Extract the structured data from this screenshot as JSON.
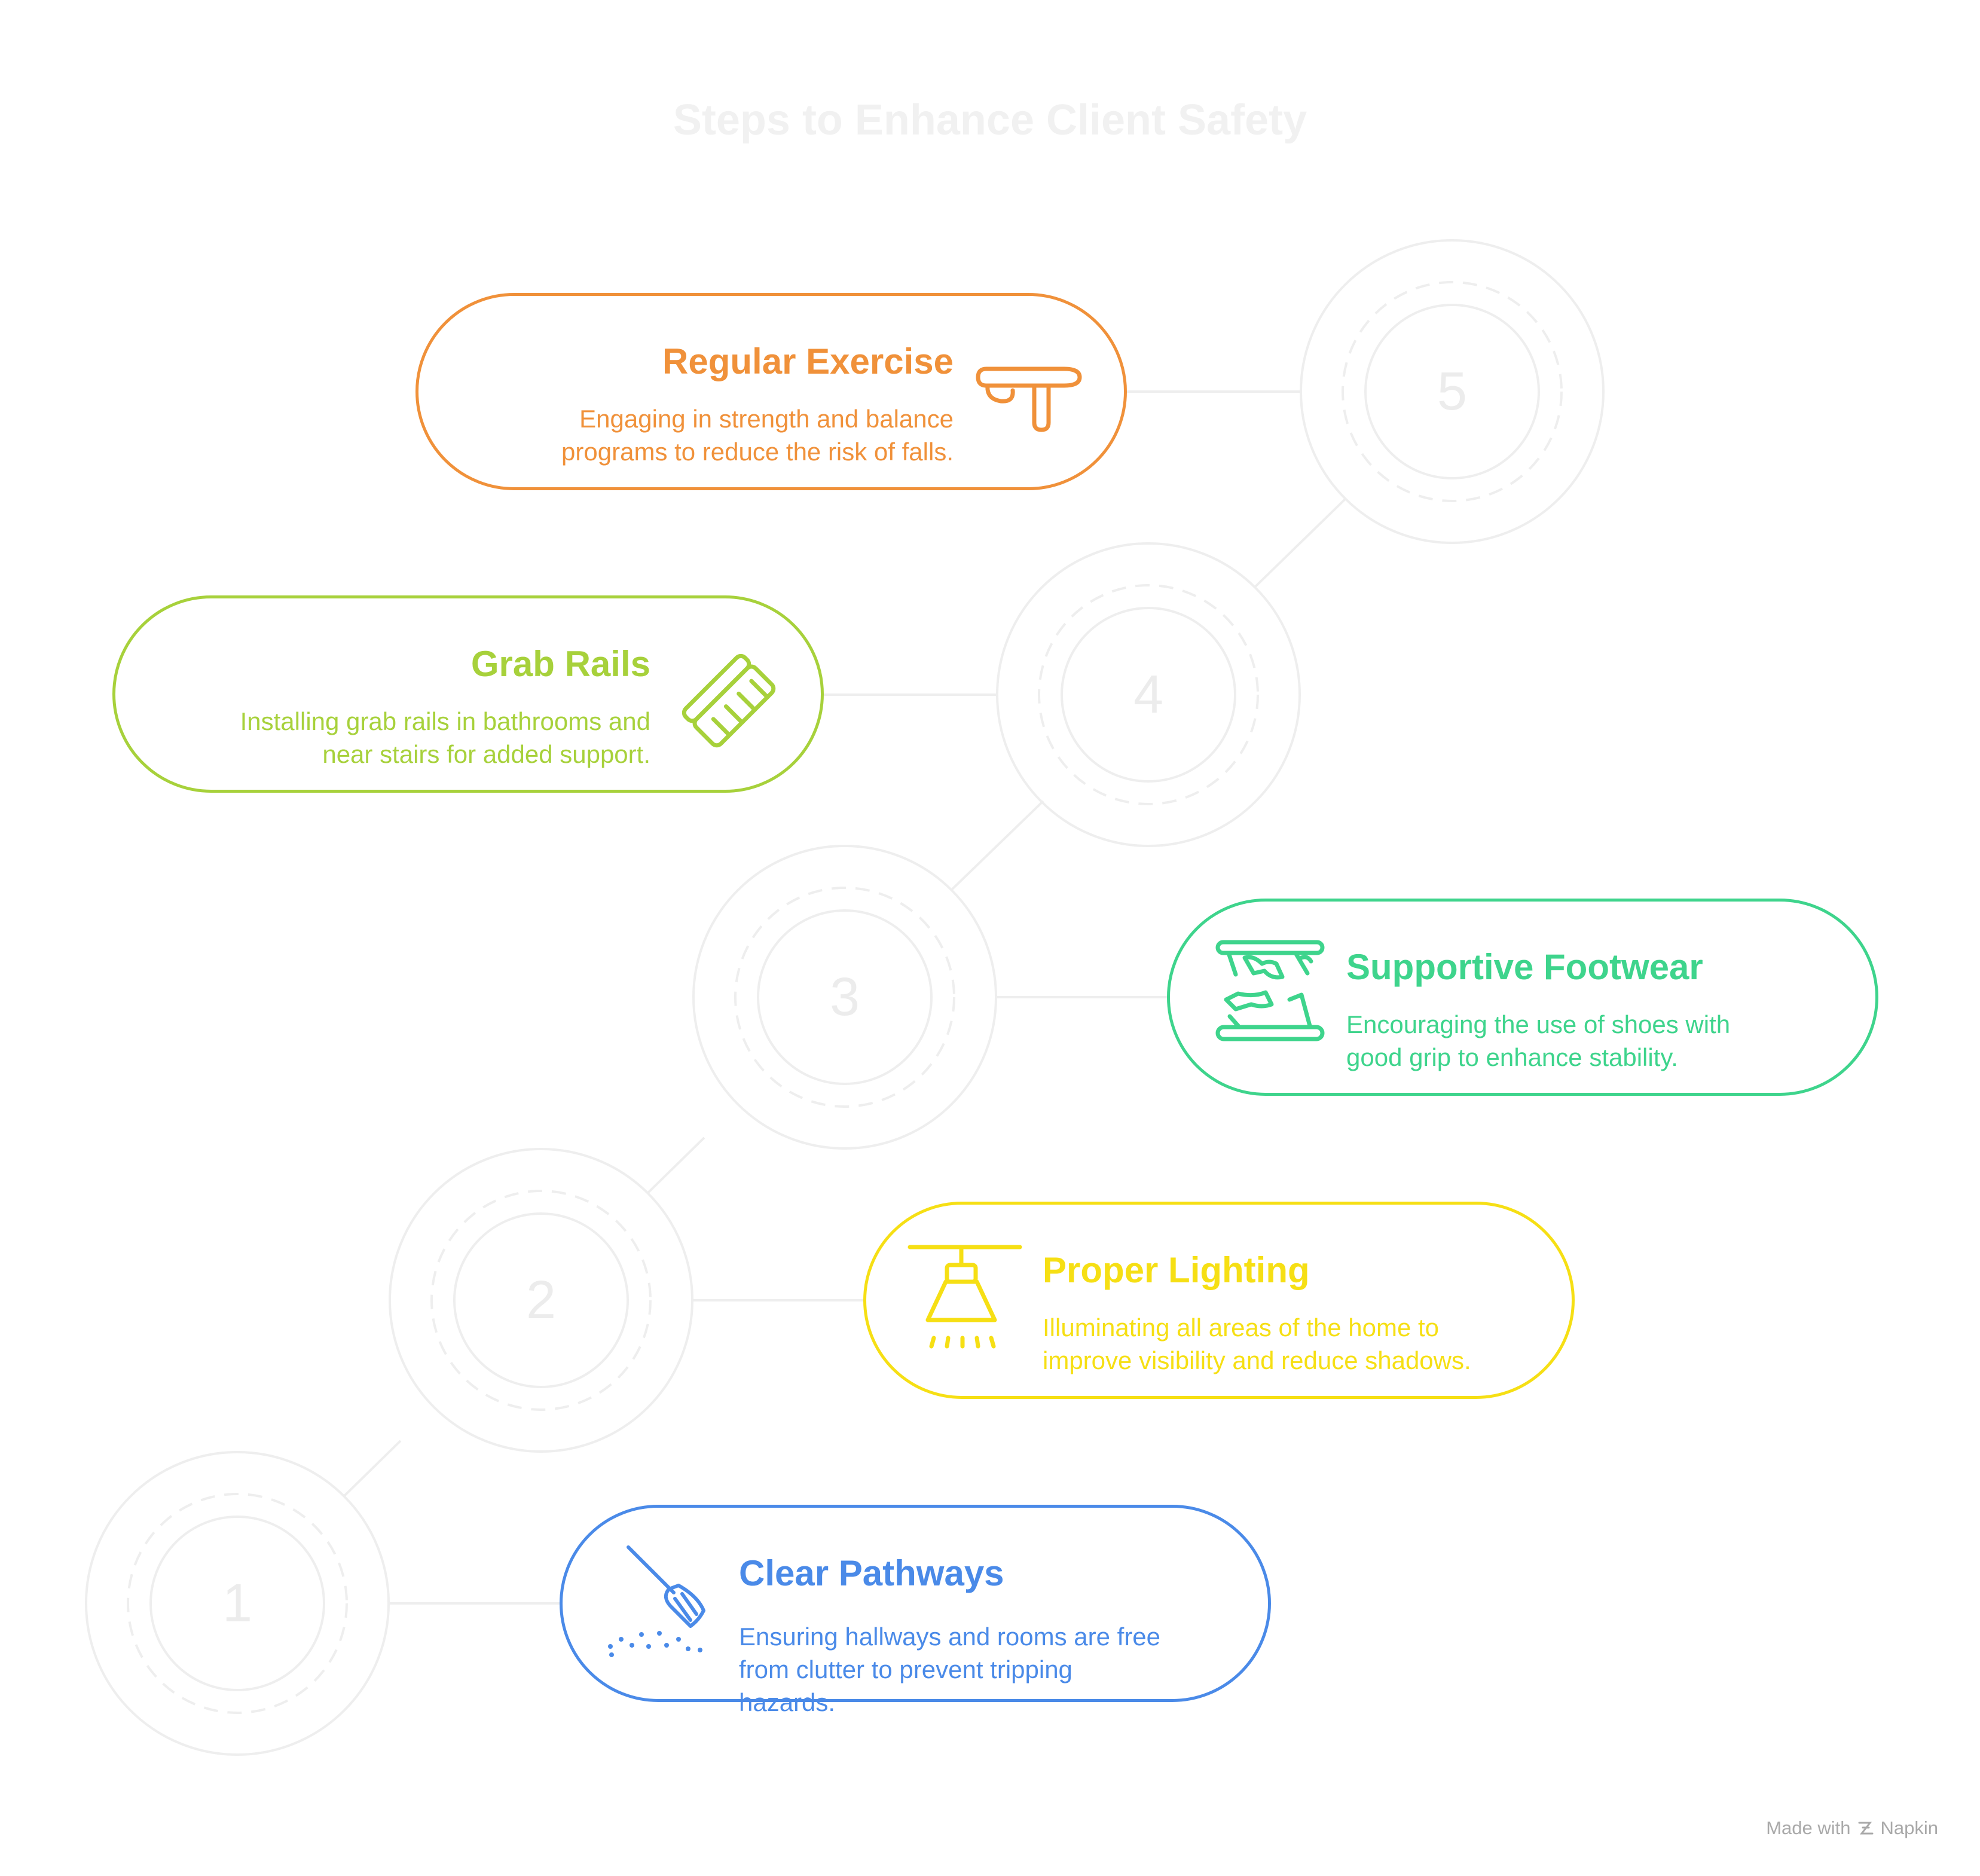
{
  "title": "Steps to Enhance Client Safety",
  "steps": [
    {
      "number": "1",
      "heading": "Clear Pathways",
      "description": "Ensuring hallways and rooms are free\nfrom clutter to prevent tripping\nhazards.",
      "color": "#4a8ae8",
      "icon": "broom-icon"
    },
    {
      "number": "2",
      "heading": "Proper Lighting",
      "description": "Illuminating all areas of the home to\nimprove visibility and reduce shadows.",
      "color": "#f6df14",
      "icon": "ceiling-lamp-icon"
    },
    {
      "number": "3",
      "heading": "Supportive Footwear",
      "description": "Encouraging the use of shoes with\ngood grip to enhance stability.",
      "color": "#3ed48c",
      "icon": "shoe-grip-icon"
    },
    {
      "number": "4",
      "heading": "Grab Rails",
      "description": "Installing grab rails in bathrooms and\nnear stairs for added support.",
      "color": "#a7d13b",
      "icon": "brush-icon"
    },
    {
      "number": "5",
      "heading": "Regular Exercise",
      "description": "Engaging in strength and balance\nprograms to reduce the risk of falls.",
      "color": "#f0913a",
      "icon": "balance-exercise-icon"
    }
  ],
  "footer": {
    "made_with": "Made with",
    "brand": "Napkin"
  }
}
